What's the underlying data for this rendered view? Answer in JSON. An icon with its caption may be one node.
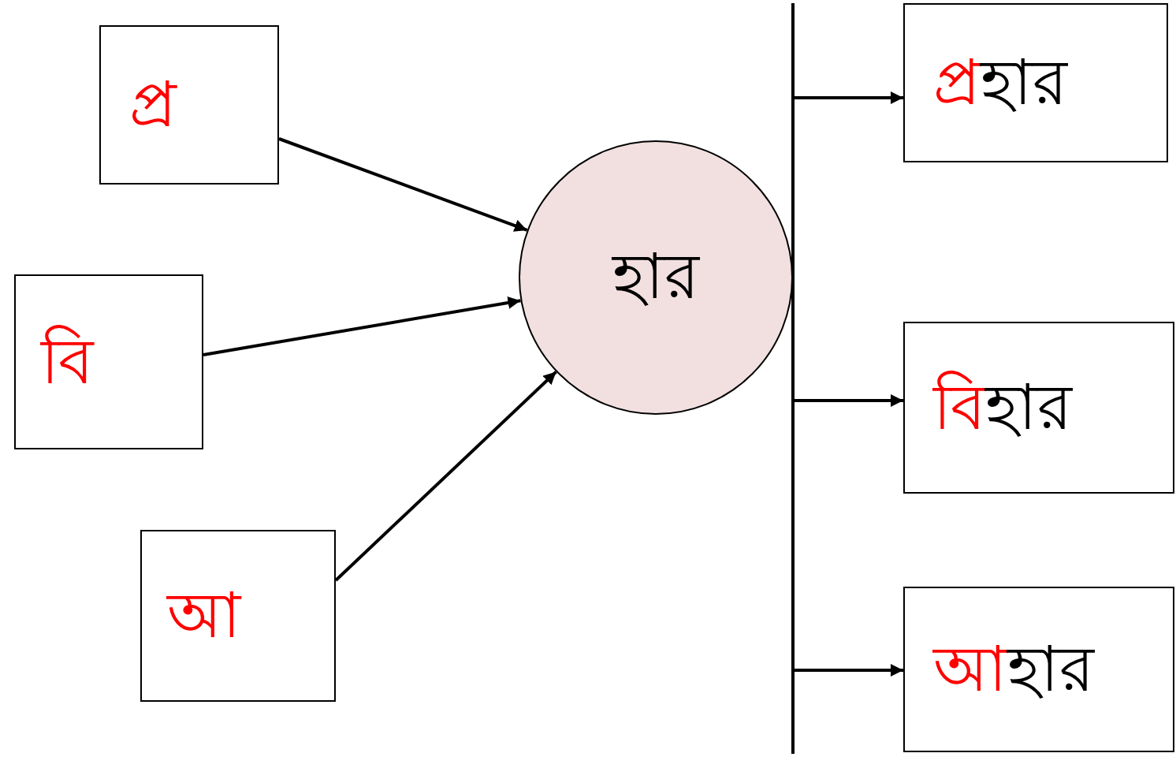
{
  "diagram": {
    "nodes": [
      {
        "text": [
          "প্র"
        ]
      },
      {
        "text": [
          "বি"
        ]
      },
      {
        "text": [
          "আ"
        ]
      },
      {
        "text": [
          "হার"
        ]
      },
      {
        "text": [
          "প্র",
          "হার"
        ]
      },
      {
        "text": [
          "বি",
          "হার"
        ]
      },
      {
        "text": [
          "আ",
          "হার"
        ]
      }
    ],
    "edges": [
      {
        "from": 0,
        "to": 3,
        "arrow": "to"
      },
      {
        "from": 1,
        "to": 3,
        "arrow": "to"
      },
      {
        "from": 2,
        "to": 3,
        "arrow": "to"
      },
      {
        "from": 3,
        "to": 4,
        "arrow": "to"
      },
      {
        "from": 3,
        "to": 5,
        "arrow": "to"
      },
      {
        "from": 3,
        "to": 6,
        "arrow": "to"
      }
    ]
  }
}
